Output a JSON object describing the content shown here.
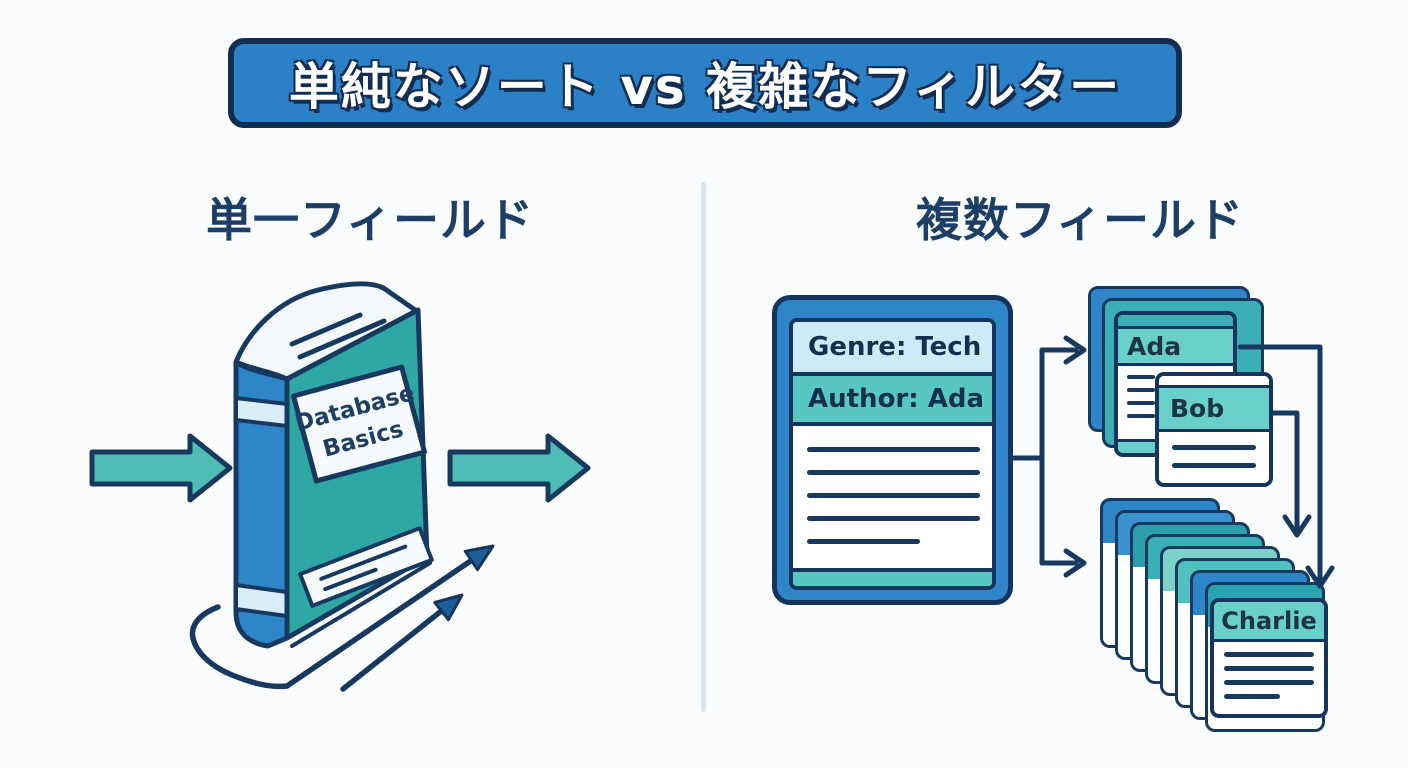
{
  "title": {
    "text": "単純なソート vs 複雑なフィルター"
  },
  "panels": {
    "left": {
      "heading": "単一フィールド",
      "book": {
        "title_line1": "Database",
        "title_line2": "Basics"
      }
    },
    "right": {
      "heading": "複数フィールド",
      "filter_card": {
        "genre_label": "Genre: Tech",
        "author_label": "Author: Ada"
      },
      "results": {
        "ada_label": "Ada",
        "bob_label": "Bob",
        "charlie_label": "Charlie"
      }
    }
  },
  "colors": {
    "banner_blue": "#2c80c6",
    "navy": "#17395f",
    "card_blue": "#2e86c8",
    "teal": "#4dbdb5",
    "book_teal": "#2fa8a5",
    "header_teal": "#68cfc9",
    "genre_light_blue": "#cfeaf7"
  }
}
